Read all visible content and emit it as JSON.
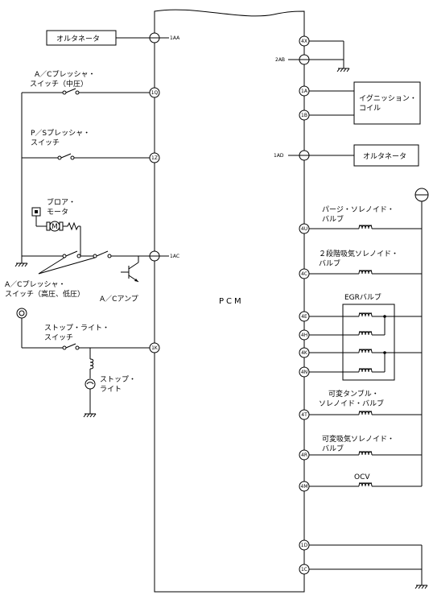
{
  "pcm": {
    "label": "PCM"
  },
  "left": {
    "alternator": "オルタネータ",
    "pin_1aa": "1AA",
    "ac_mid_line1": "A／Cプレッシャ・",
    "ac_mid_line2": "スイッチ（中圧）",
    "pin_1q": "1Q",
    "ps_line1": "P／Sプレッシャ・",
    "ps_line2": "スイッチ",
    "pin_1z": "1Z",
    "blower_line1": "ブロア・",
    "blower_line2": "モータ",
    "motor_symbol": "M",
    "pin_1ac": "1AC",
    "ac_hl_line1": "A／Cプレッシャ・",
    "ac_hl_line2": "スイッチ（高圧、低圧）",
    "ac_amp": "A／Cアンプ",
    "stop_sw_line1": "ストップ・ライト・",
    "stop_sw_line2": "スイッチ",
    "pin_1k": "1K",
    "stop_light_line1": "ストップ・",
    "stop_light_line2": "ライト"
  },
  "right": {
    "pin_4x": "4X",
    "pin_2ab": "2AB",
    "pin_1a": "1A",
    "pin_1b": "1B",
    "ignition_line1": "イグニッション・",
    "ignition_line2": "コイル",
    "pin_1ad": "1AD",
    "alternator": "オルタネータ",
    "purge_line1": "パージ・ソレノイド・",
    "purge_line2": "バルブ",
    "pin_4u": "4U",
    "twostage_line1": "２段階吸気ソレノイド・",
    "twostage_line2": "バルブ",
    "pin_4c": "4C",
    "egr_label": "EGRバルブ",
    "pin_4e": "4E",
    "pin_4h": "4H",
    "pin_4k": "4K",
    "pin_4n": "4N",
    "tumble_line1": "可変タンブル・",
    "tumble_line2": "ソレノイド・バルブ",
    "pin_4t": "4T",
    "vis_line1": "可変吸気ソレノイド・",
    "vis_line2": "バルブ",
    "pin_4r": "4R",
    "ocv_label": "OCV",
    "pin_4m": "4M",
    "pin_1d": "1D",
    "pin_1c": "1C"
  }
}
